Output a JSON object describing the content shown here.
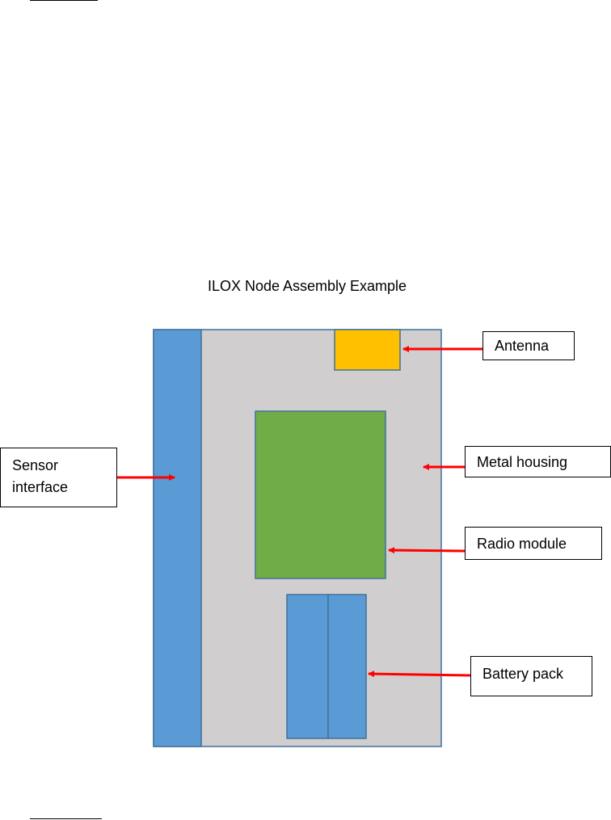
{
  "title": "ILOX Node Assembly Example",
  "labels": {
    "antenna": "Antenna",
    "metal_housing": "Metal housing",
    "radio_module": "Radio module",
    "battery_pack": "Battery pack",
    "sensor_interface": "Sensor interface"
  },
  "colors": {
    "housing": "#d0cece",
    "housing_border": "#41719c",
    "sensor_interface": "#5b9bd5",
    "antenna": "#ffc000",
    "radio_module": "#70ad47",
    "battery_pack": "#5b9bd5",
    "arrow": "#ff0000"
  }
}
